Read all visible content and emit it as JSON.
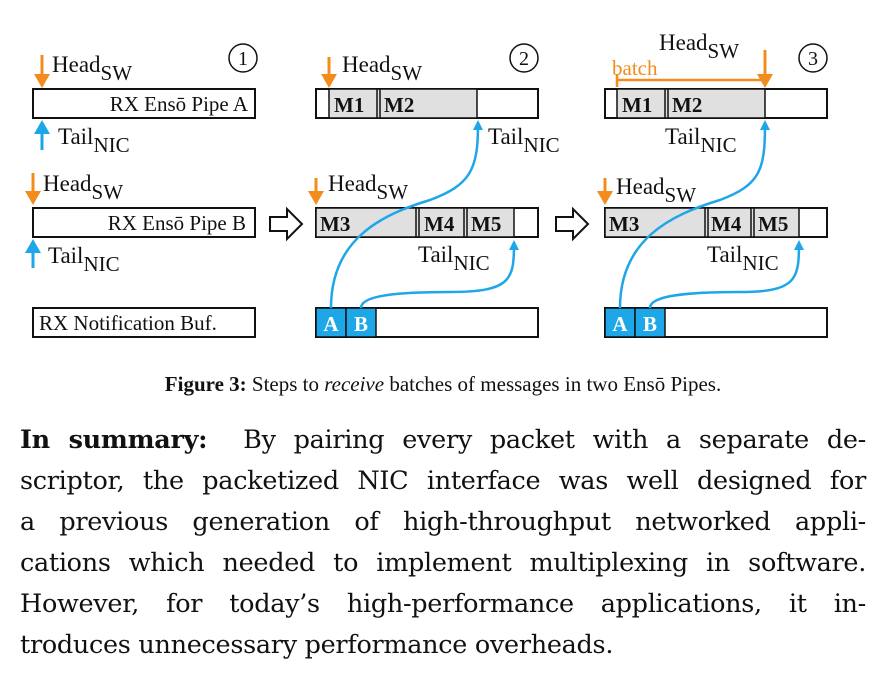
{
  "figure": {
    "step_labels": [
      "1",
      "2",
      "3"
    ],
    "head_label": "Head",
    "head_sub": "SW",
    "tail_label": "Tail",
    "tail_sub": "NIC",
    "pipe_a_label": "RX Ensō Pipe A",
    "pipe_b_label": "RX Ensō Pipe B",
    "notif_label": "RX Notification Buf.",
    "batch_label": "batch",
    "msgs": {
      "m1": "M1",
      "m2": "M2",
      "m3": "M3",
      "m4": "M4",
      "m5": "M5"
    },
    "notif_entries": [
      "A",
      "B"
    ],
    "colors": {
      "orange": "#f28c1c",
      "blue": "#1ea7e8",
      "shade": "#e0e0e0"
    }
  },
  "caption": {
    "figure_num": "Figure 3:",
    "text_pre": "Steps to",
    "text_em": "receive",
    "text_post": "batches of messages in two Ensō Pipes."
  },
  "summary": {
    "lead": "In summary:",
    "lines": [
      "By pairing every packet with a separate de-",
      "scriptor, the packetized NIC interface was well designed for",
      "a previous generation of high-throughput networked appli-",
      "cations which needed to implement multiplexing in software.",
      "However, for today’s high-performance applications, it in-",
      "troduces unnecessary performance overheads."
    ]
  }
}
